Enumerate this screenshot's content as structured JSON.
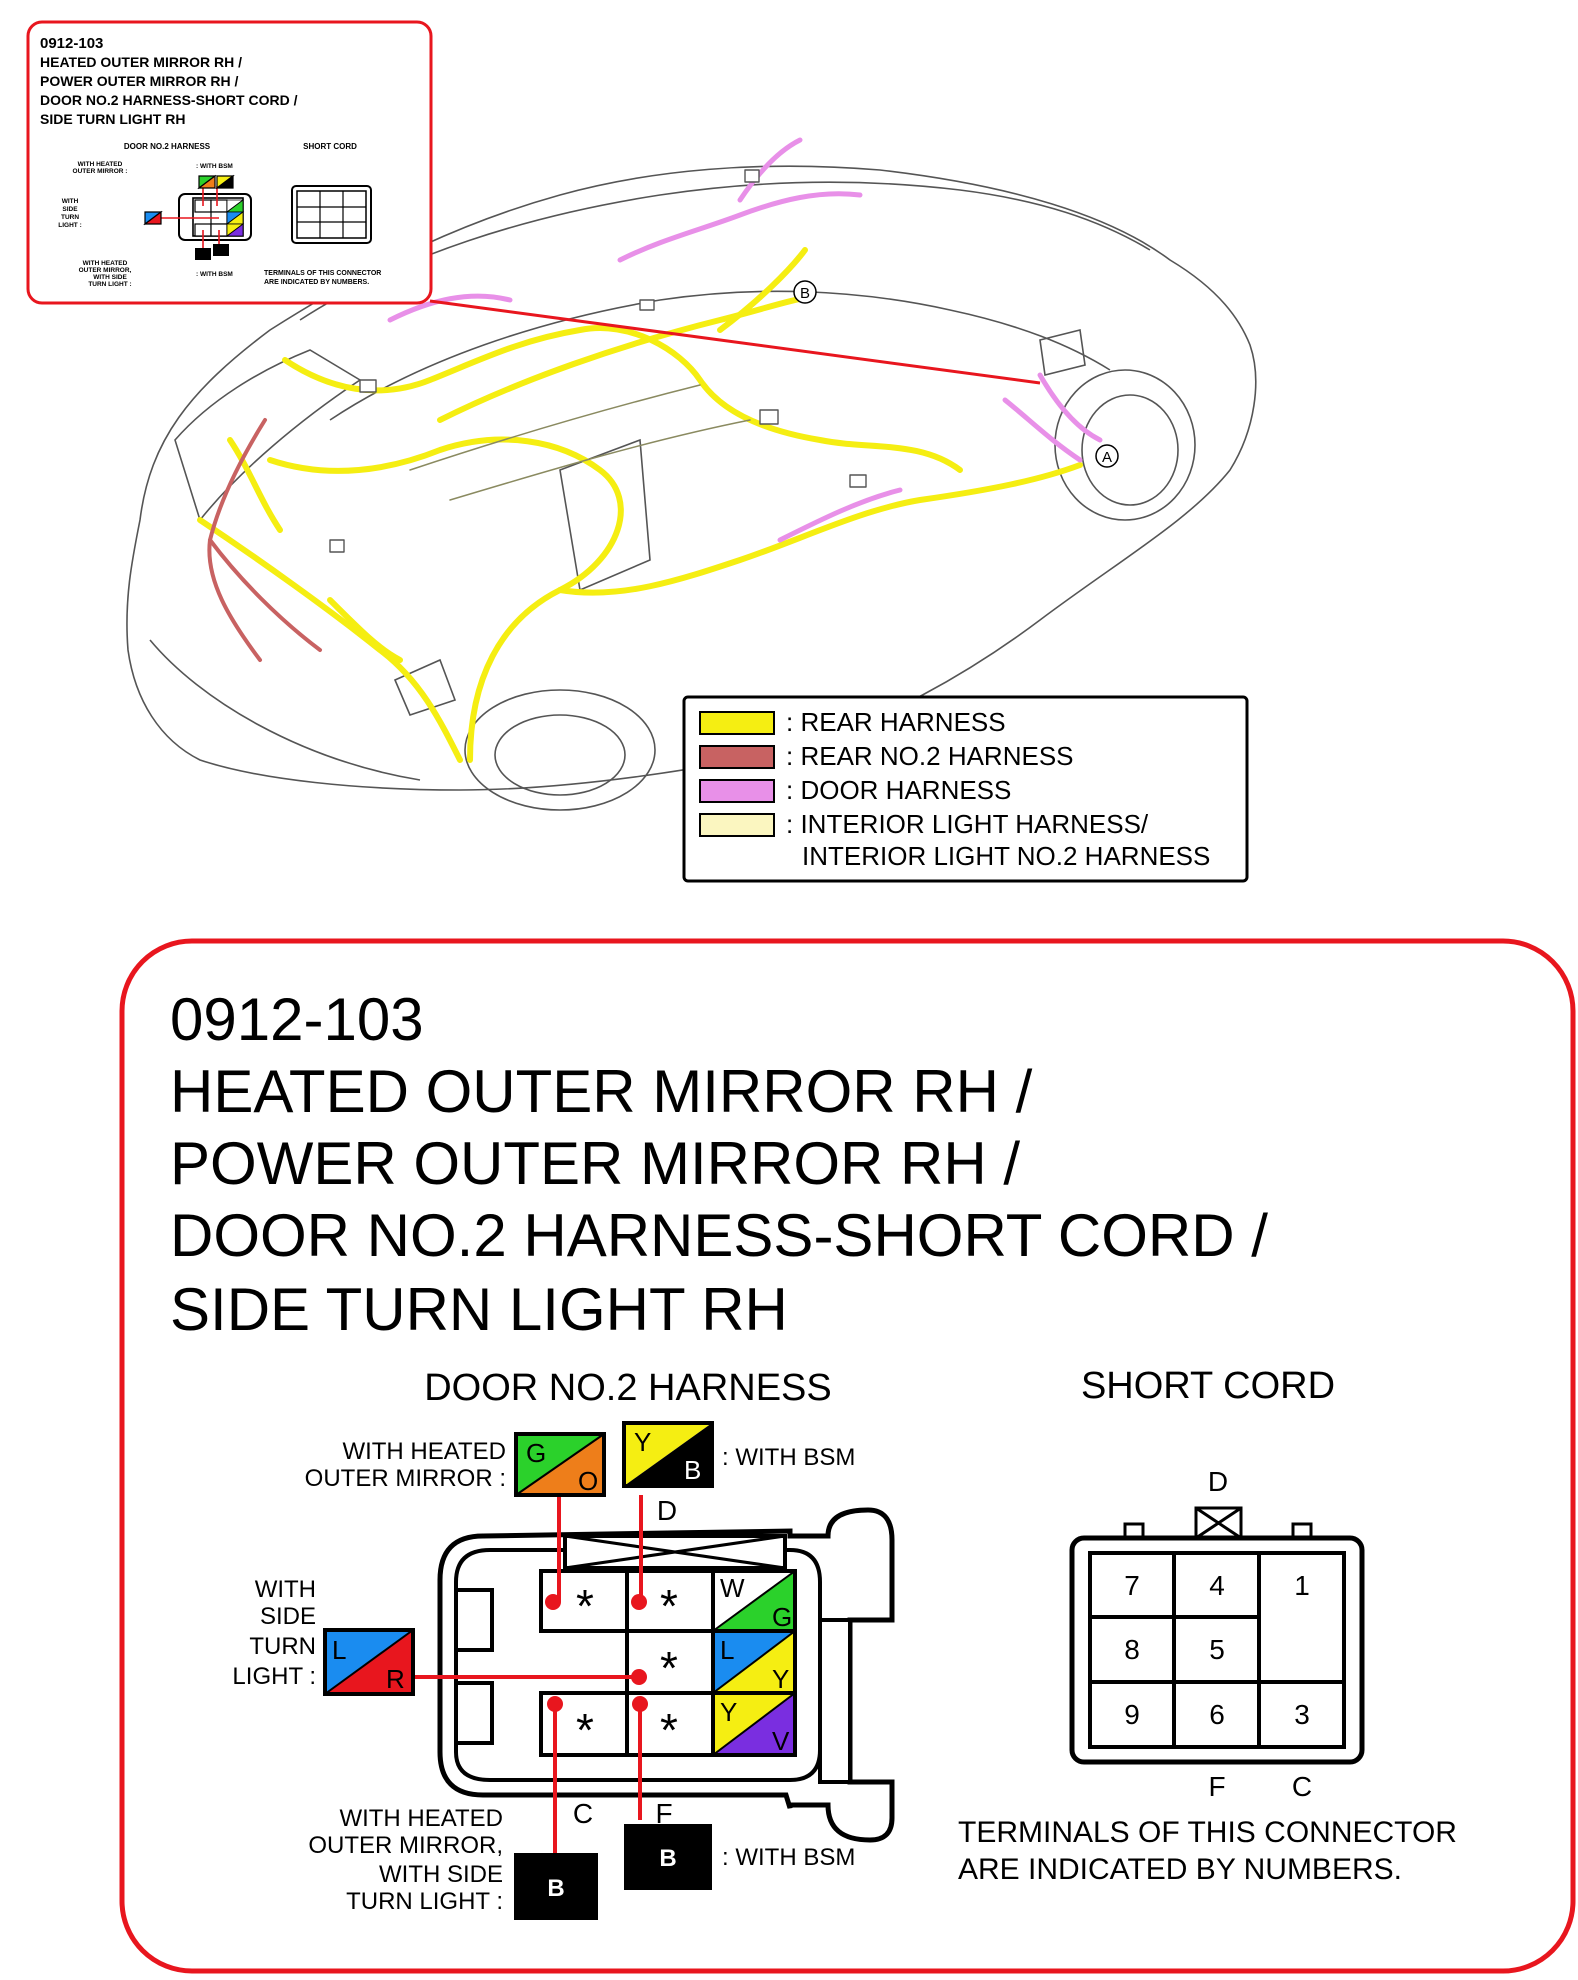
{
  "colors": {
    "callout_border": "#e8161e",
    "rear_harness": "#f5ee12",
    "rear_no2_harness": "#c86262",
    "door_harness": "#e890e8",
    "interior_light_harness": "#fbf6c0",
    "wire_dot": "#e8161e",
    "wire_G": "#2bd12b",
    "wire_O": "#ee7e1a",
    "wire_Y": "#f5ee12",
    "wire_B": "#000000",
    "wire_L": "#1a8cf0",
    "wire_R": "#e8161e",
    "wire_W": "#ffffff",
    "wire_V": "#7a2ee0"
  },
  "small_callout": {
    "code": "0912-103",
    "title_lines": [
      "HEATED OUTER MIRROR RH /",
      "POWER OUTER MIRROR RH /",
      "DOOR NO.2 HARNESS-SHORT CORD /",
      "SIDE TURN LIGHT RH"
    ],
    "door_label": "DOOR NO.2 HARNESS",
    "short_label": "SHORT CORD",
    "heated_label": [
      "WITH HEATED",
      "OUTER MIRROR :"
    ],
    "bsm_label": ": WITH BSM",
    "side_label": [
      "WITH",
      "SIDE",
      "TURN",
      "LIGHT :"
    ],
    "bottom_label": [
      "WITH HEATED",
      "OUTER MIRROR,",
      "WITH SIDE",
      "TURN LIGHT :"
    ],
    "bottom_bsm_label": ": WITH BSM",
    "note": [
      "TERMINALS OF THIS CONNECTOR",
      "ARE INDICATED BY NUMBERS."
    ]
  },
  "markers": {
    "a": "A",
    "b": "B"
  },
  "legend": [
    {
      "swatch": "rear_harness",
      "label": ": REAR HARNESS"
    },
    {
      "swatch": "rear_no2_harness",
      "label": ": REAR NO.2 HARNESS"
    },
    {
      "swatch": "door_harness",
      "label": ": DOOR HARNESS"
    },
    {
      "swatch": "interior_light_harness",
      "label": ": INTERIOR LIGHT HARNESS/",
      "label2": "INTERIOR LIGHT NO.2 HARNESS"
    }
  ],
  "callout": {
    "code": "0912-103",
    "title_lines": [
      "HEATED OUTER MIRROR RH /",
      "POWER OUTER MIRROR RH /",
      "DOOR NO.2 HARNESS-SHORT CORD /",
      "SIDE TURN LIGHT RH"
    ]
  },
  "door_connector": {
    "heading": "DOOR NO.2 HARNESS",
    "heated_mirror_label": [
      "WITH HEATED",
      "OUTER MIRROR :"
    ],
    "heated_mirror_wire": [
      "G",
      "O"
    ],
    "bsm_top_wire": [
      "Y",
      "B"
    ],
    "bsm_top_label": ": WITH BSM",
    "top_terminal": "D",
    "side_turn_label": [
      "WITH",
      "SIDE",
      "TURN",
      "LIGHT :"
    ],
    "side_turn_wire": [
      "L",
      "R"
    ],
    "bottom_left_terminal": "C",
    "bottom_right_terminal": "F",
    "bottom_left_label": [
      "WITH HEATED",
      "OUTER MIRROR,",
      "WITH SIDE",
      "TURN LIGHT :"
    ],
    "bottom_left_wire": "B",
    "bottom_right_wire": "B",
    "bottom_right_label": ": WITH BSM",
    "asterisk": "*",
    "fixed_wires": [
      {
        "top": "W",
        "bottom": "G"
      },
      {
        "top": "L",
        "bottom": "Y"
      },
      {
        "top": "Y",
        "bottom": "V"
      }
    ]
  },
  "short_cord": {
    "heading": "SHORT CORD",
    "top_terminal": "D",
    "grid": [
      [
        "7",
        "4",
        "1"
      ],
      [
        "8",
        "5",
        ""
      ],
      [
        "9",
        "6",
        "3"
      ]
    ],
    "bottom_terminals": [
      "F",
      "C"
    ],
    "note": [
      "TERMINALS OF THIS CONNECTOR",
      "ARE INDICATED BY NUMBERS."
    ]
  }
}
